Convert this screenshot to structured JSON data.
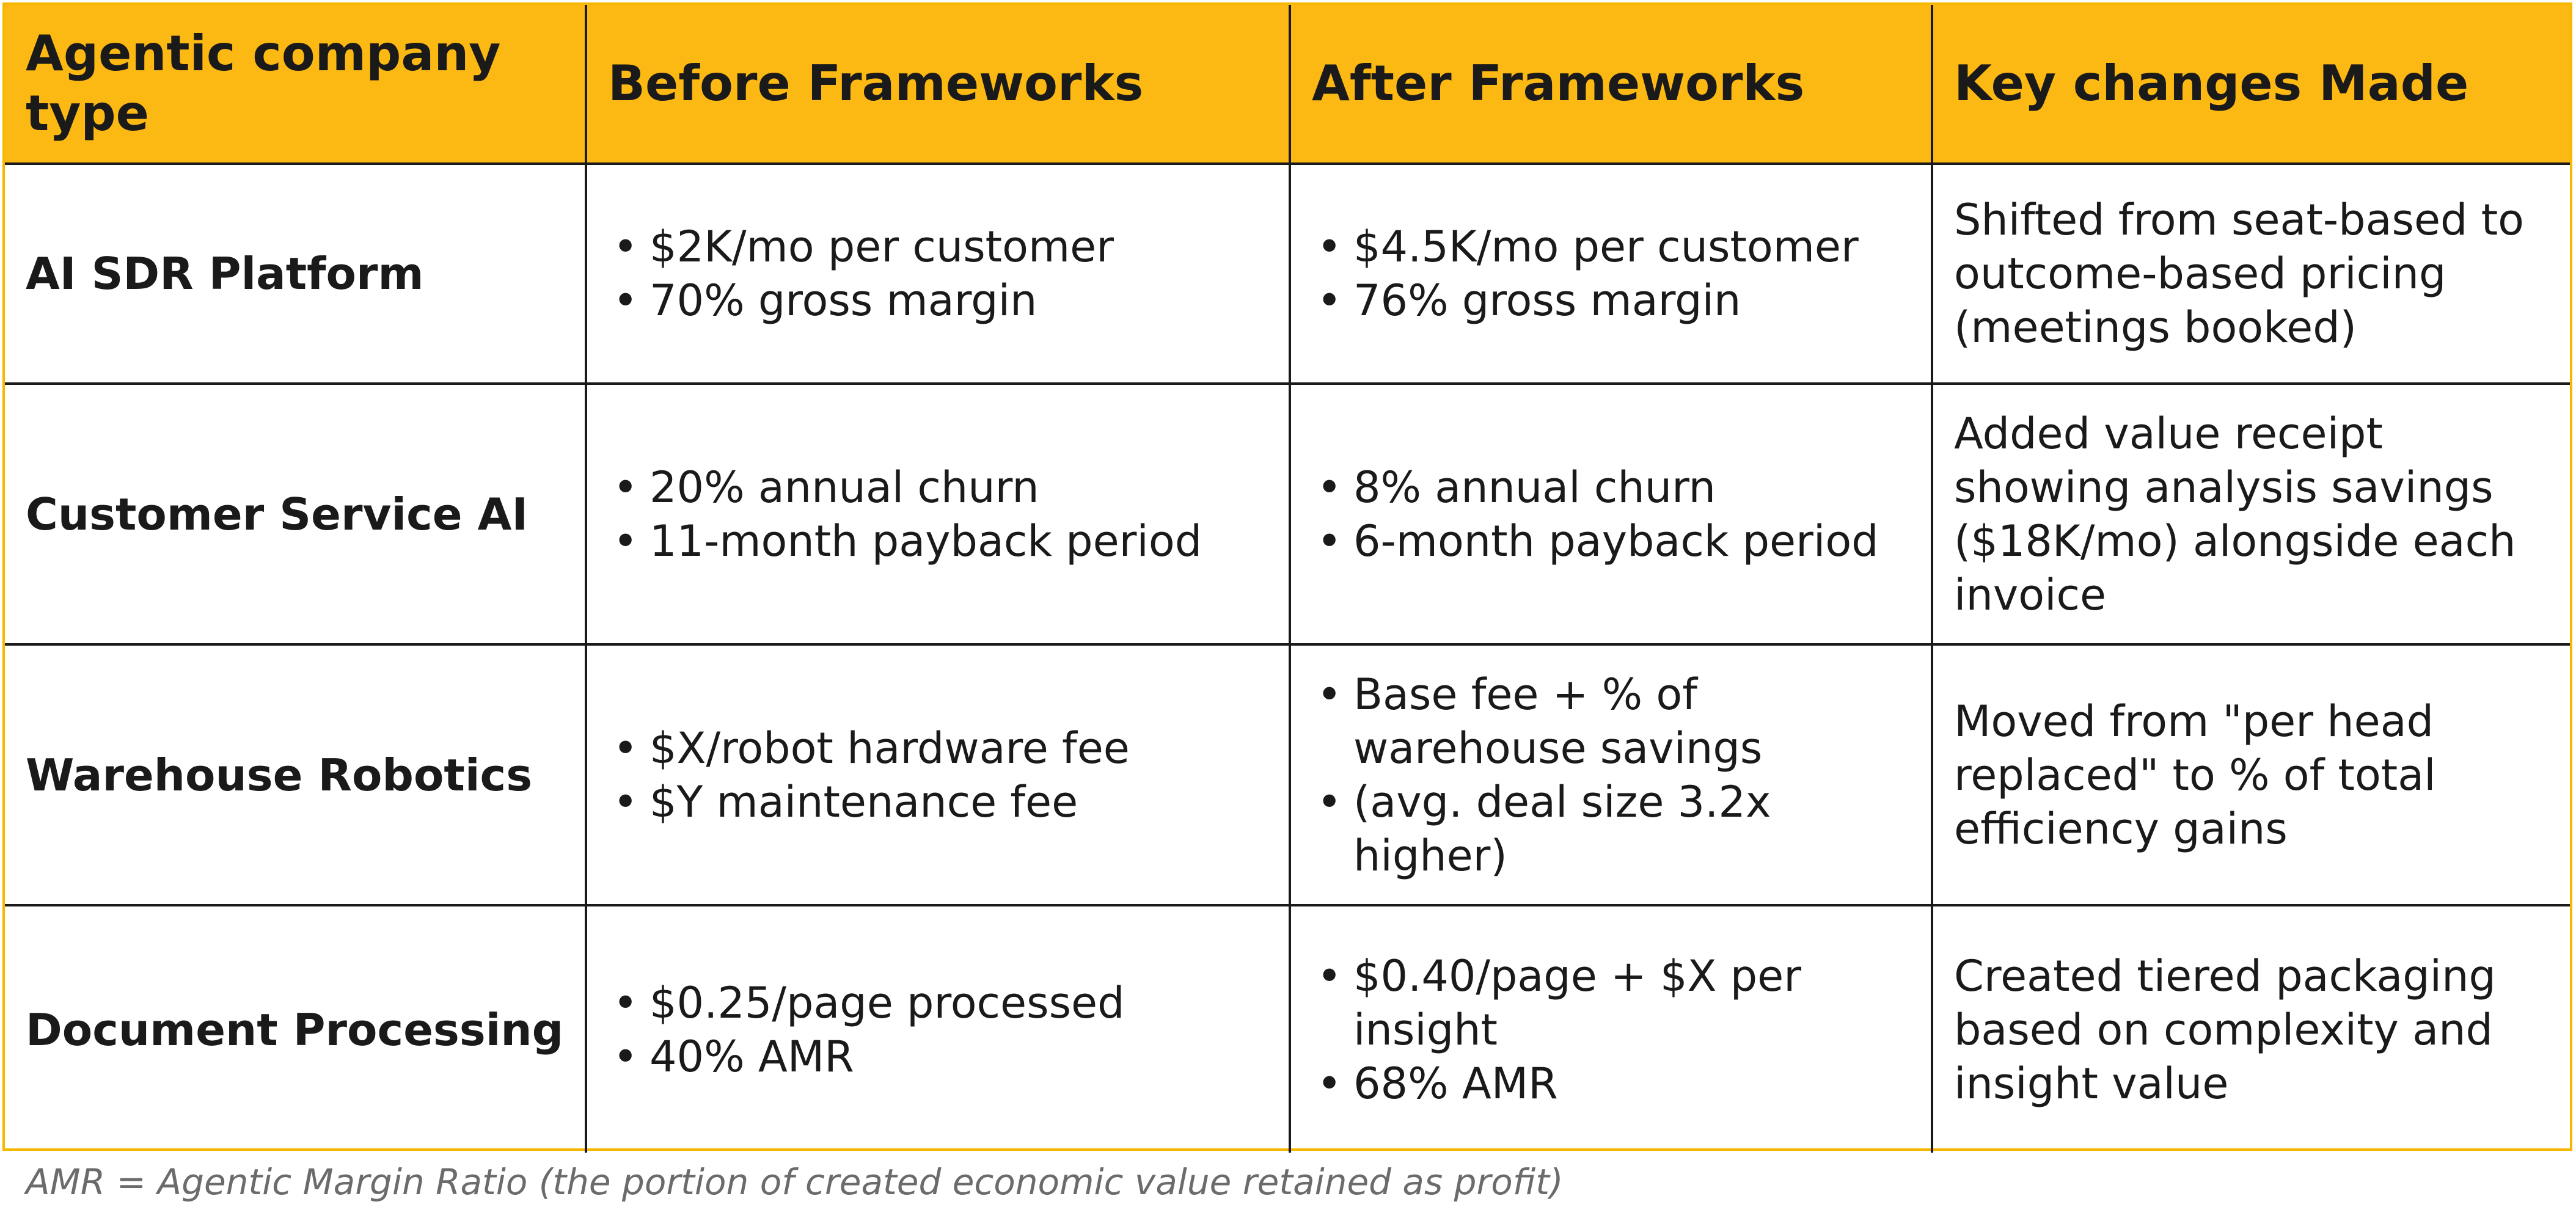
{
  "colors": {
    "header_background": "#fdb913",
    "frame_border": "#f5b700",
    "grid_lines": "#1a1a1a",
    "footnote_text": "#6b6b6b"
  },
  "table": {
    "headers": [
      "Agentic company type",
      "Before Frameworks",
      "After Frameworks",
      "Key changes Made"
    ],
    "rows": [
      {
        "company": "AI SDR Platform",
        "before": [
          "$2K/mo per customer",
          "70% gross margin"
        ],
        "after": [
          "$4.5K/mo per customer",
          "76% gross margin"
        ],
        "changes": "Shifted from seat-based to outcome-based pricing (meetings booked)"
      },
      {
        "company": "Customer Service AI",
        "before": [
          "20% annual churn",
          "11-month payback period"
        ],
        "after": [
          "8% annual churn",
          "6-month payback period"
        ],
        "changes": "Added value receipt showing analysis savings ($18K/mo) alongside each invoice"
      },
      {
        "company": "Warehouse Robotics",
        "before": [
          "$X/robot hardware fee",
          "$Y maintenance fee"
        ],
        "after": [
          "Base fee + % of warehouse savings",
          "(avg. deal size 3.2x higher)"
        ],
        "changes": "Moved from \"per head replaced\" to % of total efficiency gains"
      },
      {
        "company": "Document Processing",
        "before": [
          "$0.25/page processed",
          "40% AMR"
        ],
        "after": [
          "$0.40/page + $X per insight",
          "68% AMR"
        ],
        "changes": "Created tiered packaging based on complexity and insight value"
      }
    ],
    "bullet_glyph": "•"
  },
  "footnote": "AMR = Agentic Margin Ratio (the portion of created economic value retained as profit)"
}
